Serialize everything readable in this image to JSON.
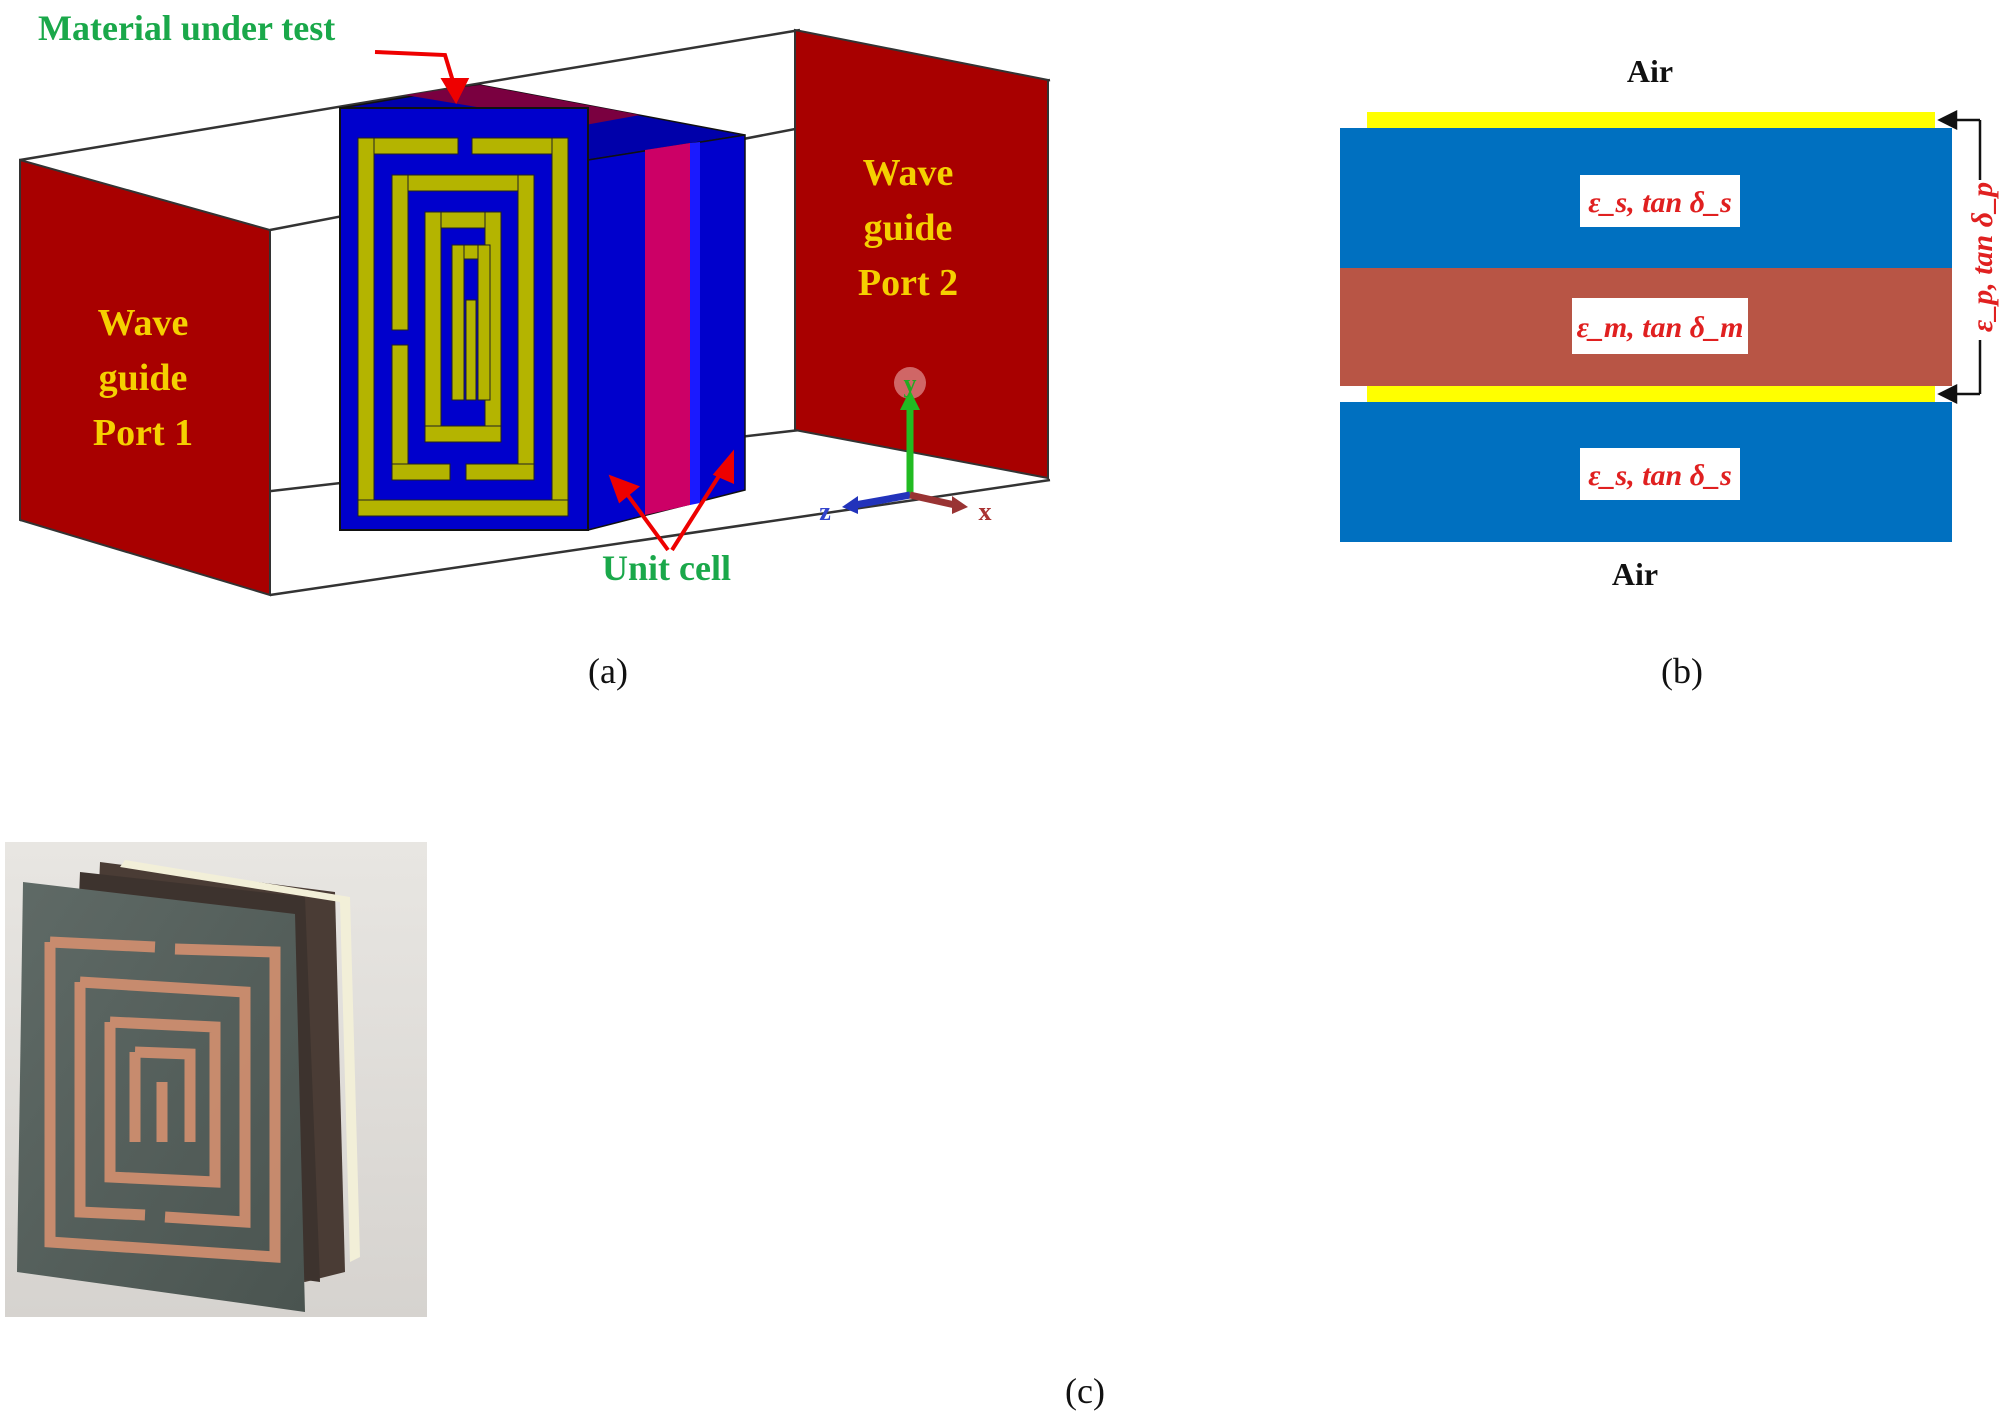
{
  "panel_a": {
    "mut_label": "Material under test",
    "port1": [
      "Wave",
      "guide",
      "Port 1"
    ],
    "port2": [
      "Wave",
      "guide",
      "Port 2"
    ],
    "unit_cell_label": "Unit cell",
    "axes": {
      "y": "y",
      "z": "z",
      "x": "x"
    },
    "caption": "(a)"
  },
  "panel_b": {
    "air_top": "Air",
    "air_bottom": "Air",
    "layer_top": "ε_s, tan δ_s",
    "layer_mid": "ε_m, tan δ_m",
    "layer_bottom": "ε_s, tan δ_s",
    "patch_label": "ε_p, tan δ_p",
    "caption": "(b)"
  },
  "panel_c": {
    "caption": "(c)"
  },
  "colors": {
    "port_red": "#a80000",
    "substrate_blue": "#0000cc",
    "metal_yellow": "#b4b400",
    "mut_magenta": "#cc0066",
    "label_green": "#1aa84a",
    "layer_blue": "#0070c0",
    "layer_brown": "#b85545",
    "layer_yellow": "#ffff00",
    "text_red": "#e02020"
  }
}
